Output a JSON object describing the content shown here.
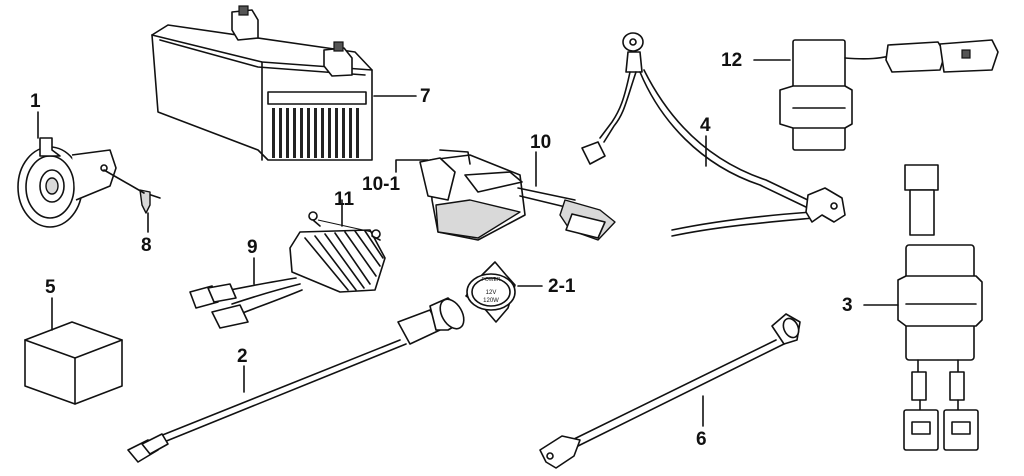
{
  "labels": {
    "p1": "1",
    "p2": "2",
    "p2_1": "2-1",
    "p3": "3",
    "p4": "4",
    "p5": "5",
    "p6": "6",
    "p7": "7",
    "p8": "8",
    "p9": "9",
    "p10": "10",
    "p10_1": "10-1",
    "p11": "11",
    "p12": "12"
  },
  "socket_cap_text": {
    "ring": "POWER",
    "line1": "12V",
    "line2": "120W"
  }
}
